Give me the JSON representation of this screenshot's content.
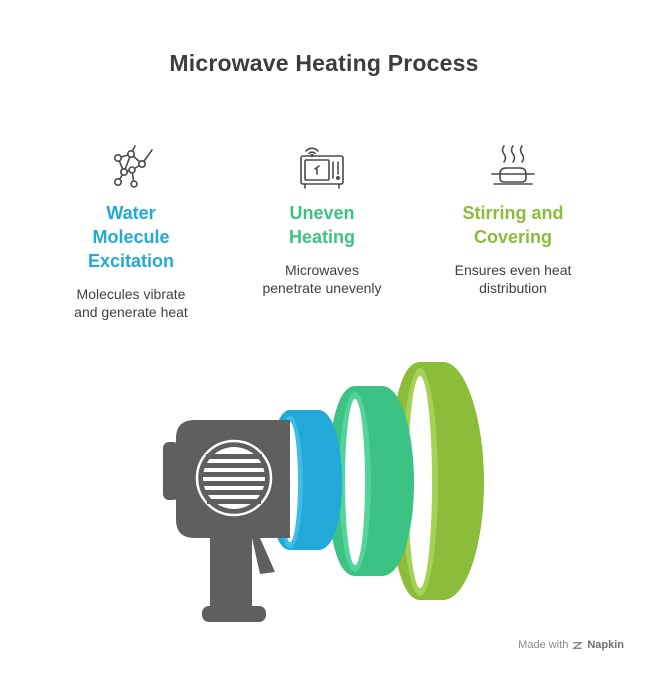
{
  "title": "Microwave Heating Process",
  "columns": [
    {
      "heading_lines": [
        "Water",
        "Molecule",
        "Excitation"
      ],
      "description_lines": [
        "Molecules vibrate",
        "and generate heat"
      ],
      "icon": "molecule-network-icon",
      "color": "#21a9d8"
    },
    {
      "heading_lines": [
        "Uneven",
        "Heating"
      ],
      "description_lines": [
        "Microwaves",
        "penetrate unevenly"
      ],
      "icon": "microwave-oven-icon",
      "color": "#3cc383"
    },
    {
      "heading_lines": [
        "Stirring and",
        "Covering"
      ],
      "description_lines": [
        "Ensures even heat",
        "distribution"
      ],
      "icon": "covered-steaming-dish-icon",
      "color": "#8bbc3a"
    }
  ],
  "illustration": {
    "icon": "wave-emitter-speaker-icon",
    "wave_colors": [
      "#21a9d8",
      "#3cc383",
      "#8bbc3a"
    ],
    "body_color": "#5f5f5f"
  },
  "footer": {
    "prefix": "Made with",
    "brand": "Napkin",
    "icon": "napkin-logo-icon"
  }
}
